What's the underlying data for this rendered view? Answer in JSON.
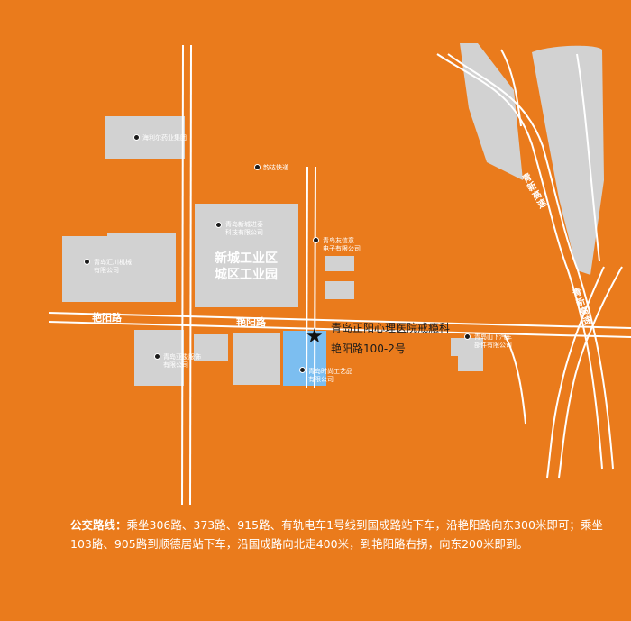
{
  "colors": {
    "background": "#ea7b1c",
    "block": "#d2d2d2",
    "road": "#ffffff",
    "destination": "#7cbef0",
    "text": "#ffffff"
  },
  "roads": {
    "yanyang_left": "艳阳路",
    "yanyang_center": "艳阳路",
    "qingxin_top": "青新高速",
    "qingxin_bottom": "青新高速"
  },
  "zones": {
    "line1": "新城工业区",
    "line2": "城区工业园"
  },
  "pois": [
    {
      "id": "haili",
      "text": "海利尔药业集团"
    },
    {
      "id": "yunda",
      "text": "韵达快递"
    },
    {
      "id": "jintai",
      "text": "青岛新城进泰\n科技有限公司"
    },
    {
      "id": "huichuan",
      "text": "青岛汇川机械\n有限公司"
    },
    {
      "id": "youxin",
      "text": "青岛友信意\n电子有限公司"
    },
    {
      "id": "yajun",
      "text": "青岛亚俊服饰\n有限公司"
    },
    {
      "id": "shishang",
      "text": "青岛时尚工艺品\n有限公司"
    },
    {
      "id": "shanxia",
      "text": "青岛山下汽车\n部件有限公司"
    }
  ],
  "destination": {
    "name": "青岛正阳心理医院戒瘾科",
    "address": "艳阳路100-2号",
    "marker_icon": "star-icon"
  },
  "transit": {
    "heading": "公交路线：",
    "body": "乘坐306路、373路、915路、有轨电车1号线到国成路站下车，沿艳阳路向东300米即可；乘坐103路、905路到顺德居站下车，沿国成路向北走400米，到艳阳路右拐，向东200米即到。"
  }
}
